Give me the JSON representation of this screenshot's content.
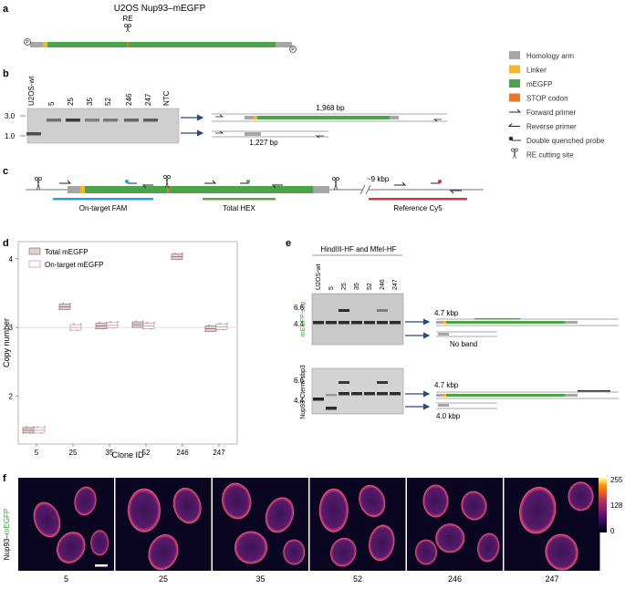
{
  "colors": {
    "homology": "#a6a6a6",
    "linker": "#f4b532",
    "megfp": "#4da34a",
    "stop": "#e8782a",
    "fam": "#1fa3dd",
    "hex": "#5aa642",
    "cy5": "#d8313a",
    "probe_fam": "#1fa3dd",
    "probe_hex": "#5aa642",
    "probe_cy5": "#d8313a",
    "mEGFP_label": "#3aa23a",
    "gel_bg": "#c9c9c9"
  },
  "panel_a": {
    "letter": "a",
    "title": "U2OS Nup93–mEGFP",
    "re_label": "RE",
    "p_label": "P"
  },
  "legend": {
    "items": [
      {
        "label": "Homology arm",
        "icon": "grey-square"
      },
      {
        "label": "Linker",
        "icon": "yellow-square"
      },
      {
        "label": "mEGFP",
        "icon": "green-square"
      },
      {
        "label": "STOP codon",
        "icon": "orange-square"
      },
      {
        "label": "Forward primer",
        "icon": "forward-primer-arrow"
      },
      {
        "label": "Reverse primer",
        "icon": "reverse-primer-arrow"
      },
      {
        "label": "Double quenched probe",
        "icon": "probe-icon"
      },
      {
        "label": "RE cutting site",
        "icon": "scissors-icon"
      }
    ]
  },
  "panel_b": {
    "letter": "b",
    "lanes": [
      "U2OS-wt",
      "5",
      "25",
      "35",
      "52",
      "246",
      "247",
      "NTC"
    ],
    "markers": [
      "3.0",
      "1.0"
    ],
    "band_top": "1,968 bp",
    "band_bottom": "1,227 bp"
  },
  "panel_c": {
    "letter": "c",
    "distance": "~9 kbp",
    "assays": [
      "On-target FAM",
      "Total HEX",
      "Reference Cy5"
    ]
  },
  "panel_d": {
    "letter": "d",
    "ylabel": "Copy number",
    "xlabel": "Clone ID",
    "legend": [
      "Total mEGFP",
      "On-target mEGFP"
    ],
    "chart_data": {
      "type": "box",
      "categories": [
        "5",
        "25",
        "35",
        "52",
        "246",
        "247"
      ],
      "series": [
        {
          "name": "Total mEGFP",
          "values": [
            1.5,
            3.3,
            3.02,
            3.04,
            4.03,
            2.98
          ]
        },
        {
          "name": "On-target mEGFP",
          "values": [
            1.5,
            3.0,
            3.03,
            3.02,
            null,
            3.01
          ]
        }
      ],
      "yticks": [
        "2",
        "3",
        "4"
      ],
      "ylim": [
        1.3,
        4.25
      ]
    }
  },
  "panel_e": {
    "letter": "e",
    "enzymes": "HindIII-HF and MfeI-HF",
    "lanes": [
      "U2OS-wt",
      "5",
      "25",
      "35",
      "52",
      "246",
      "247"
    ],
    "markers": [
      "6.6",
      "4.4"
    ],
    "gel1_label": "mEGFP-sbp",
    "gel2_label": "Nup93-Cterm-sbp3",
    "gel1_top": "4.7 kbp",
    "gel1_bottom": "No band",
    "gel2_top": "4.7 kbp",
    "gel2_bottom": "4.0 kbp"
  },
  "panel_f": {
    "letter": "f",
    "ylabel_part1": "Nup93–",
    "ylabel_part2": "mEGFP",
    "clones": [
      "5",
      "25",
      "35",
      "52",
      "246",
      "247"
    ],
    "colorbar": [
      "255",
      "128",
      "0"
    ]
  }
}
